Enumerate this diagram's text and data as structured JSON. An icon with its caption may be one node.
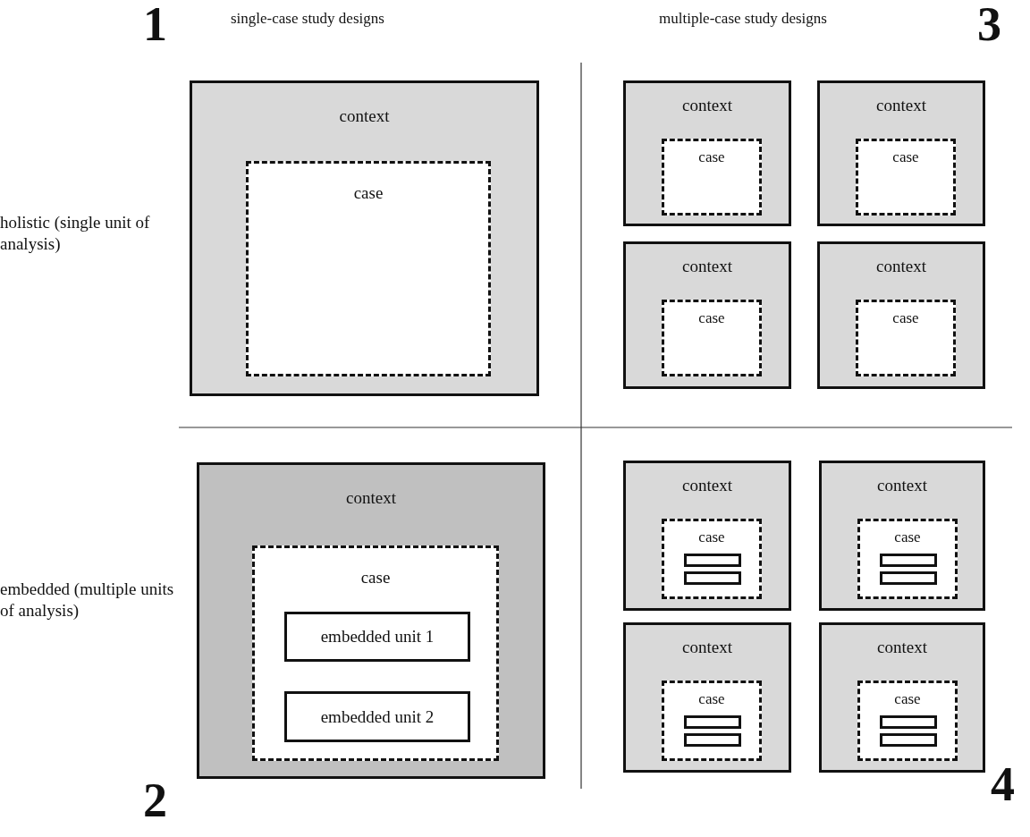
{
  "diagram": {
    "nodes": [
      {
        "text": [
          "context"
        ]
      },
      {
        "text": [
          "case"
        ],
        "in": 0
      },
      {
        "text": [
          "context"
        ]
      },
      {
        "text": [
          "case"
        ],
        "in": 2
      },
      {
        "text": [
          "context"
        ]
      },
      {
        "text": [
          "case"
        ],
        "in": 4
      },
      {
        "text": [
          "context"
        ]
      },
      {
        "text": [
          "case"
        ],
        "in": 6
      },
      {
        "text": [
          "context"
        ]
      },
      {
        "text": [
          "case"
        ],
        "in": 8
      },
      {
        "text": [
          "context"
        ]
      },
      {
        "text": [
          "case"
        ],
        "in": 10
      },
      {
        "text": [
          "embedded unit 1"
        ],
        "in": 11
      },
      {
        "text": [
          "embedded unit 2"
        ],
        "in": 11
      },
      {
        "text": [
          "context"
        ]
      },
      {
        "text": [
          "case"
        ],
        "in": 14
      },
      {
        "text": [],
        "shape": "box",
        "in": 15
      },
      {
        "text": [],
        "shape": "box",
        "in": 15
      },
      {
        "text": [
          "context"
        ]
      },
      {
        "text": [
          "case"
        ],
        "in": 18
      },
      {
        "text": [],
        "shape": "box",
        "in": 19
      },
      {
        "text": [],
        "shape": "box",
        "in": 19
      },
      {
        "text": [
          "context"
        ]
      },
      {
        "text": [
          "case"
        ],
        "in": 22
      },
      {
        "text": [],
        "shape": "box",
        "in": 23
      },
      {
        "text": [],
        "shape": "box",
        "in": 23
      },
      {
        "text": [
          "context"
        ]
      },
      {
        "text": [
          "case"
        ],
        "in": 26
      },
      {
        "text": [],
        "shape": "box",
        "in": 27
      },
      {
        "text": [],
        "shape": "box",
        "in": 27
      }
    ],
    "edges": [],
    "labels": [
      "1",
      "single-case study designs",
      "multiple-case study designs",
      "3",
      "holistic (single unit of analysis)",
      "embedded (multiple units of analysis)",
      "2",
      "4"
    ]
  }
}
